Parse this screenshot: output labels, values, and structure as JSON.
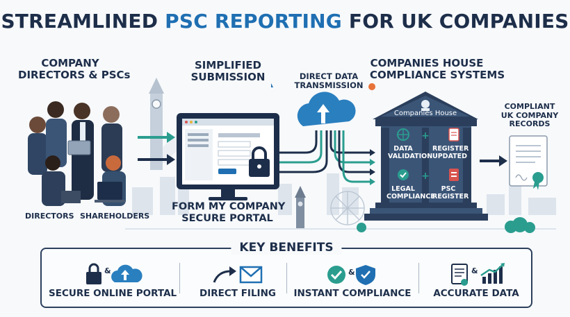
{
  "title": {
    "part1": "STREAMLINED ",
    "highlight": "PSC REPORTING",
    "part2": " FOR UK COMPANIES"
  },
  "left_group": {
    "heading_line1": "COMPANY",
    "heading_line2": "DIRECTORS & PSCs",
    "label_directors": "DIRECTORS",
    "label_shareholders": "SHAREHOLDERS"
  },
  "submission": {
    "heading_line1": "SIMPLIFIED",
    "heading_line2": "SUBMISSION",
    "portal_line1": "FORM MY COMPANY",
    "portal_line2": "SECURE PORTAL"
  },
  "transmission": {
    "line1": "DIRECT DATA",
    "line2": "TRANSMISSION"
  },
  "companies_house": {
    "heading_line1": "COMPANIES HOUSE",
    "heading_line2": "COMPLIANCE SYSTEMS",
    "building_name": "Companies House",
    "cells": [
      {
        "line1": "DATA",
        "line2": "VALIDATION"
      },
      {
        "line1": "REGISTER",
        "line2": "UPDATED"
      },
      {
        "line1": "LEGAL",
        "line2": "COMPLIANCE"
      },
      {
        "line1": "PSC",
        "line2": "REGISTER"
      }
    ]
  },
  "records": {
    "line1": "COMPLIANT",
    "line2": "UK COMPANY",
    "line3": "RECORDS"
  },
  "benefits": {
    "title": "KEY BENEFITS",
    "amp": "&",
    "items": [
      {
        "label": "SECURE ONLINE PORTAL",
        "icons": [
          "padlock-icon",
          "cloud-upload-icon"
        ]
      },
      {
        "label": "DIRECT FILING",
        "icons": [
          "arrow-icon",
          "envelope-icon"
        ]
      },
      {
        "label": "INSTANT COMPLIANCE",
        "icons": [
          "check-circle-icon",
          "shield-check-icon"
        ]
      },
      {
        "label": "ACCURATE DATA",
        "icons": [
          "document-icon",
          "growth-chart-icon"
        ]
      }
    ]
  },
  "colors": {
    "navy": "#1d2e4a",
    "blue": "#1f6fb2",
    "teal": "#2a9d8f",
    "red": "#d9534f",
    "background": "#f7f9fb"
  }
}
